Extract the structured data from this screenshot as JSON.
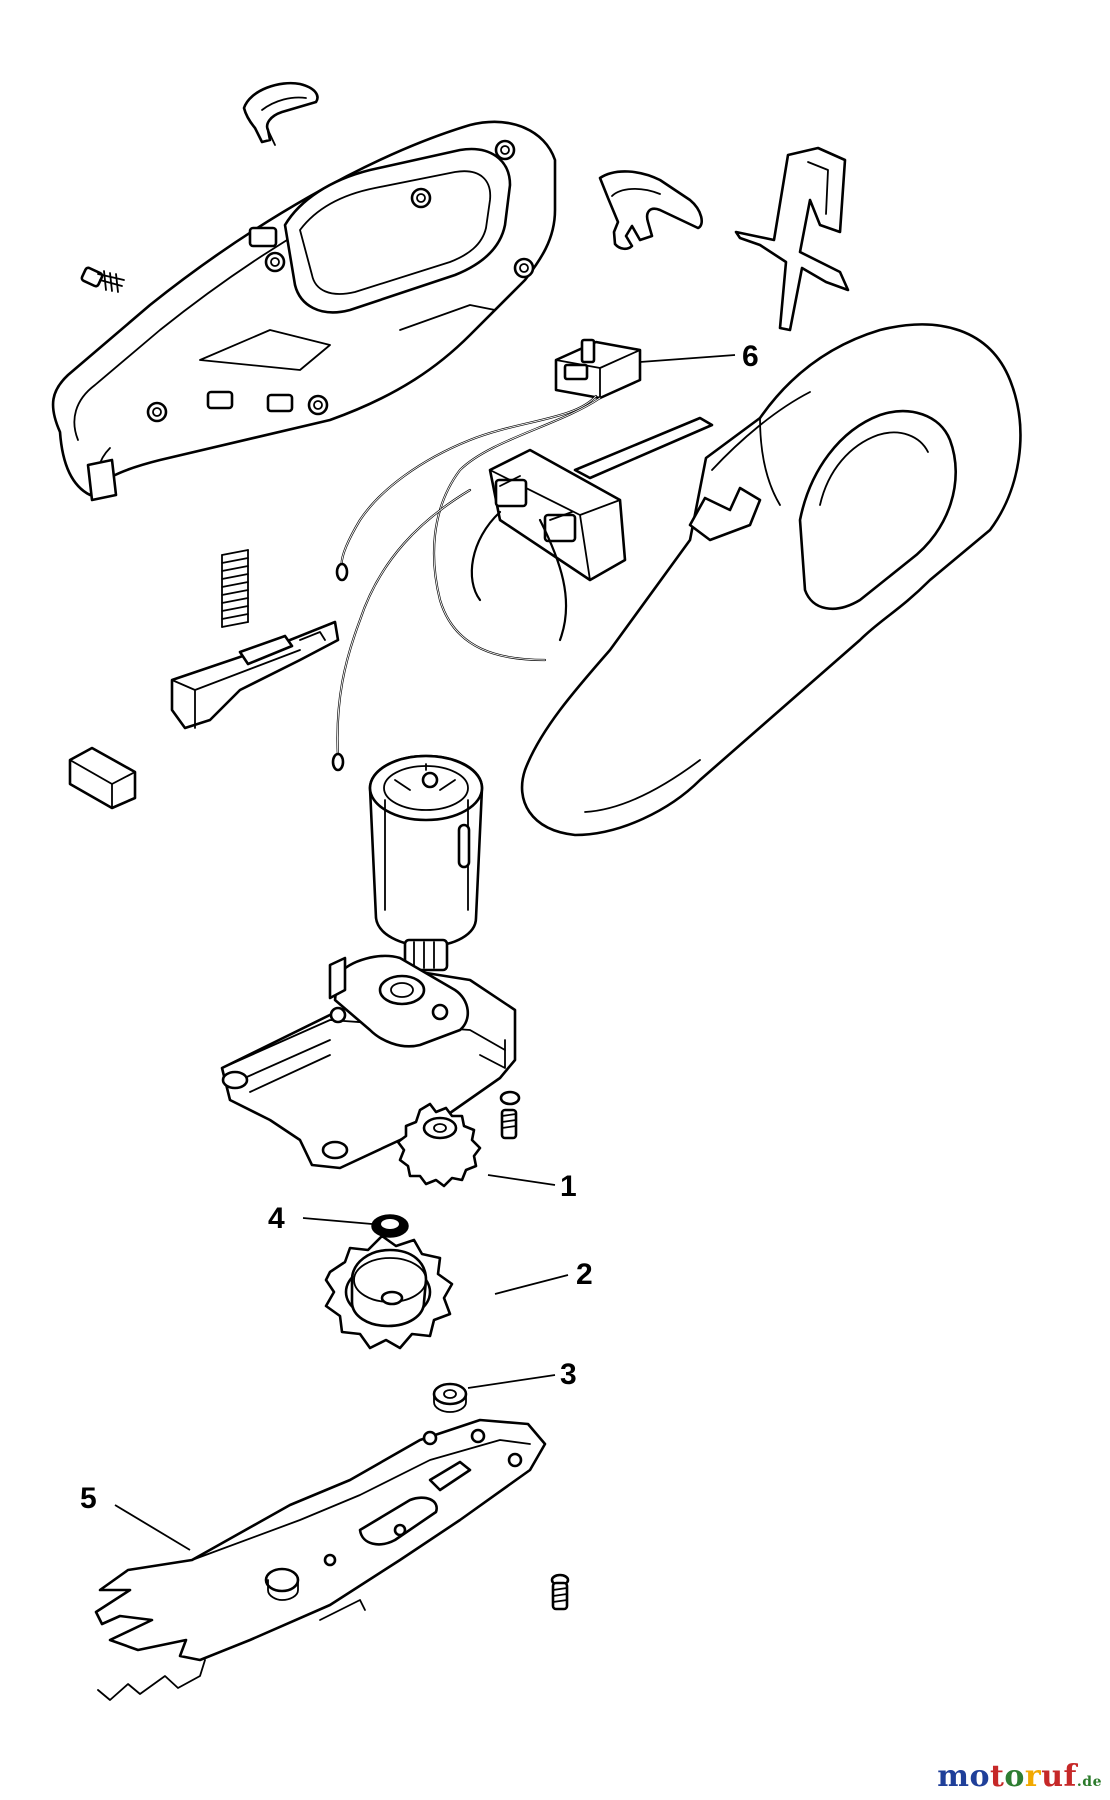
{
  "callouts": [
    {
      "id": "1",
      "label": "1"
    },
    {
      "id": "2",
      "label": "2"
    },
    {
      "id": "3",
      "label": "3"
    },
    {
      "id": "4",
      "label": "4"
    },
    {
      "id": "5",
      "label": "5"
    },
    {
      "id": "6",
      "label": "6"
    }
  ],
  "watermark": {
    "letters": [
      "m",
      "o",
      "t",
      "o",
      "r",
      "u",
      "f"
    ],
    "letter_colors": [
      "#1f3f99",
      "#1f3f99",
      "#c62828",
      "#2e7d32",
      "#f2a900",
      "#c62828",
      "#c62828"
    ],
    "suffix": ".de"
  },
  "parts": [
    "housing-half-left",
    "clip-top",
    "screw-left",
    "trigger-clip",
    "clip-right",
    "switch-assembly",
    "wire-harness",
    "housing-half-right",
    "spring",
    "slider-button",
    "rubber-block",
    "motor",
    "gearbox-plate",
    "pinion-gear",
    "small-screw",
    "washer",
    "spur-gear",
    "spacer-washer",
    "blade",
    "blade-screw"
  ]
}
